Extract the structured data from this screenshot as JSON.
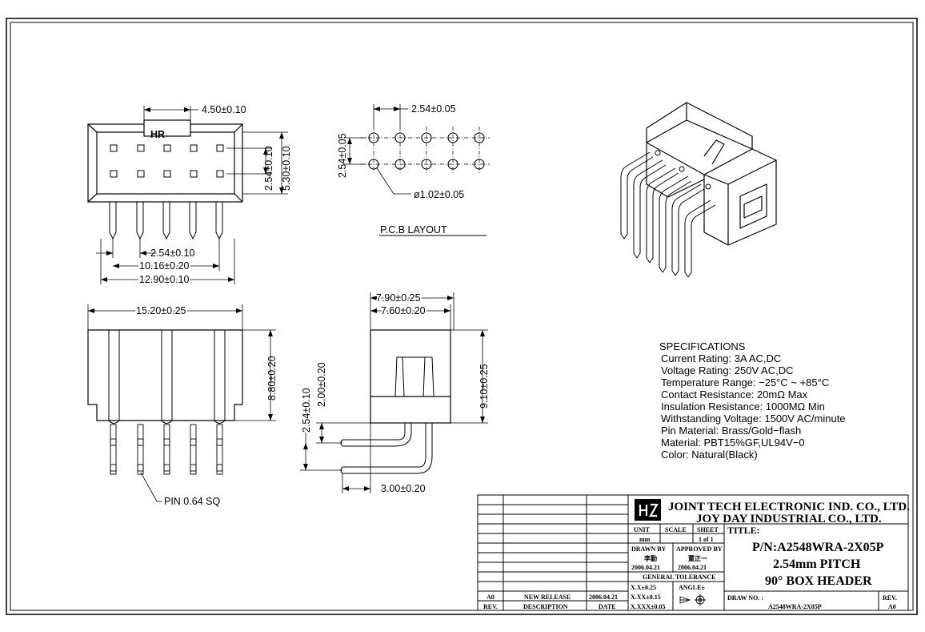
{
  "logo_text": "HR",
  "front_view": {
    "dim_key_width": "4.50±0.10",
    "dim_row_pitch": "2.54±0.10",
    "dim_inner_height": "5.30±0.10",
    "dim_pitch": "2.54±0.10",
    "dim_span": "10.16±0.20",
    "dim_overall": "12.90±0.10"
  },
  "pcb_layout": {
    "dim_pitch_x": "2.54±0.05",
    "dim_pitch_y": "2.54±0.05",
    "dim_hole": "ø1.02±0.05",
    "title": "P.C.B  LAYOUT"
  },
  "bottom_view": {
    "dim_length": "15.20±0.25",
    "dim_height": "8.80±0.20",
    "pin_label": "PIN  0.64  SQ"
  },
  "side_view": {
    "dim_outer": "7.90±0.25",
    "dim_inner": "7.60±0.20",
    "dim_height": "9.10±0.25",
    "dim_pin_offset": "2.00±0.20",
    "dim_pin_pitch": "2.54±0.10",
    "dim_tail": "3.00±0.20"
  },
  "specifications": {
    "heading": "SPECIFICATIONS",
    "lines": [
      "Current Rating: 3A AC,DC",
      "Voltage Rating: 250V AC,DC",
      "Temperature Range: −25°C ~ +85°C",
      "Contact Resistance: 20mΩ Max",
      "Insulation Resistance: 1000MΩ Min",
      "Withstanding Voltage: 1500V AC/minute",
      "Pin Material: Brass/Gold−flash",
      "Material: PBT15%GF,UL94V−0",
      "Color: Natural(Black)"
    ]
  },
  "title_block": {
    "company_1": "JOINT TECH ELECTRONIC IND. CO., LTD.",
    "company_2": "JOY DAY INDUSTRIAL CO., LTD.",
    "unit_label": "UNIT",
    "unit_value": "mm",
    "scale_label": "SCALE",
    "sheet_label": "SHEET",
    "sheet_value": "1 of 1",
    "drawn_by_label": "DRAWN BY",
    "drawn_by_name": "李勤",
    "drawn_by_date": "2006.04.21",
    "approved_by_label": "APPROVED BY",
    "approved_by_name": "董正一",
    "approved_by_date": "2006.04.21",
    "tolerance_label": "GENERAL TOLERANCE",
    "tol_1": "X.X±0.25",
    "tol_2": "X.XX±0.15",
    "tol_3": "X.XXX±0.05",
    "angle_label": "ANGLE±",
    "title_label": "TITLE:",
    "part_number": "P/N:A2548WRA-2X05P",
    "title_line_2": "2.54mm PITCH",
    "title_line_3": "90° BOX HEADER",
    "draw_no_label": "DRAW NO. :",
    "draw_no_value": "A2548WRA-2X05P",
    "rev_label": "REV.",
    "rev_value": "A0",
    "revision_row": {
      "rev": "A0",
      "description": "NEW RELEASE",
      "date": "2006.04.21"
    },
    "header_rev": "REV.",
    "header_description": "DESCRIPTION",
    "header_date": "DATE"
  }
}
